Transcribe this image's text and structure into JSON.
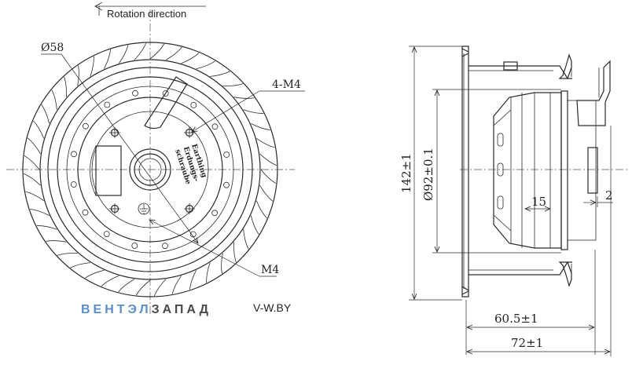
{
  "labels": {
    "rotation": "Rotation direction",
    "dia58": "Ø58",
    "holes": "4-M4",
    "ground_screw": "M4",
    "label_text": [
      "Earthing",
      "Erdungs-",
      "schraube"
    ],
    "height": "142±1",
    "dia92": "Ø92±0.1",
    "dim15": "15",
    "dim2": "2",
    "depth1": "60.5±1",
    "depth2": "72±1"
  },
  "watermark": {
    "part1": "ВЕНТЭЛ",
    "part2": "ЗАПАД",
    "site": "V-W.BY"
  },
  "colors": {
    "watermark_blue": "#5b8fc9",
    "watermark_gray": "#8a8a8a",
    "lines": "#2a2a2a"
  }
}
